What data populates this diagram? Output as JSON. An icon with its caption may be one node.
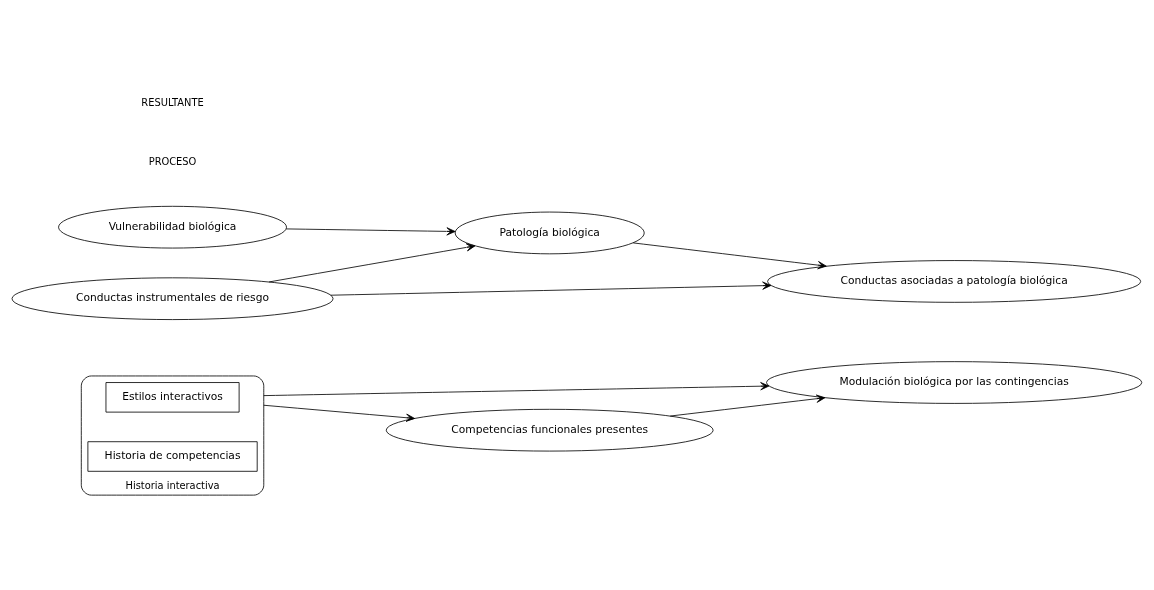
{
  "diagram": {
    "nodes": [
      {
        "text": [
          "Historia interactiva"
        ]
      },
      {
        "text": [
          "Estilos interactivos"
        ],
        "in": 0
      },
      {
        "text": [
          "Historia de competencias"
        ],
        "in": 0
      },
      {
        "text": [
          "Modulación biológica por las contingencias"
        ]
      },
      {
        "text": [
          "Competencias funcionales presentes"
        ]
      },
      {
        "text": [
          "Vulnerabilidad biológica"
        ]
      },
      {
        "text": [
          "Patología biológica"
        ]
      },
      {
        "text": [
          "Conductas asociadas a patología biológica"
        ]
      },
      {
        "text": [
          "Conductas instrumentales de riesgo"
        ]
      }
    ],
    "edges": [
      {
        "from": 0,
        "to": 3,
        "arrow": "to"
      },
      {
        "from": 0,
        "to": 4,
        "arrow": "to"
      },
      {
        "from": 4,
        "to": 3,
        "arrow": "to"
      },
      {
        "from": 5,
        "to": 6,
        "arrow": "to"
      },
      {
        "from": 6,
        "to": 7,
        "arrow": "to"
      },
      {
        "from": 8,
        "to": 6,
        "arrow": "to"
      },
      {
        "from": 8,
        "to": 7,
        "arrow": "to"
      }
    ],
    "labels": [
      "PROCESO",
      "RESULTANTE"
    ]
  }
}
